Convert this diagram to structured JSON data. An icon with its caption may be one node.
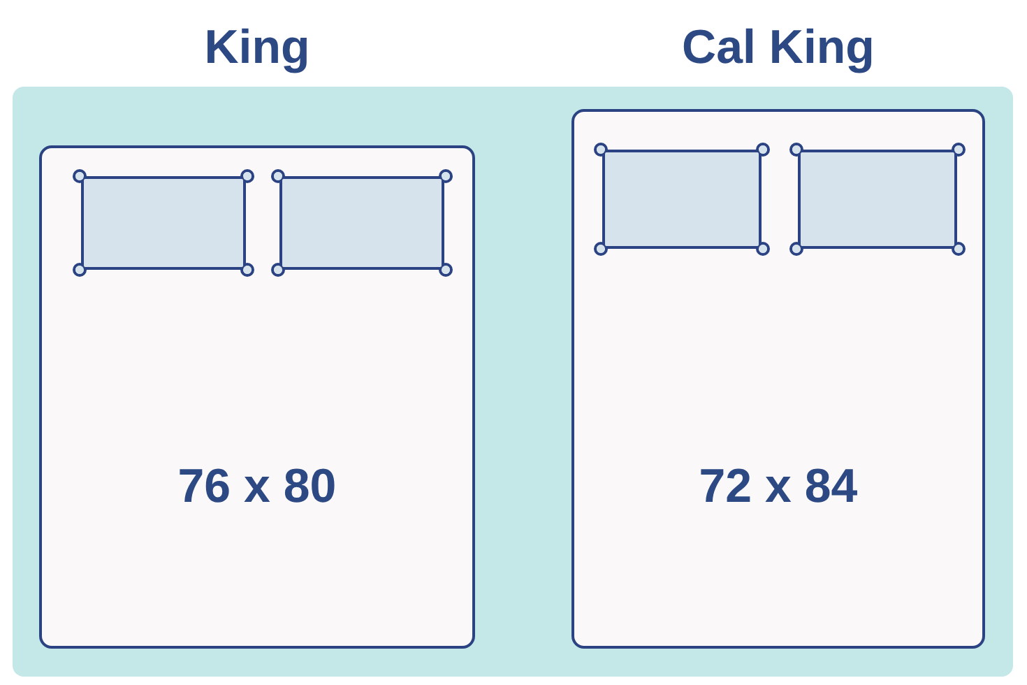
{
  "diagram": {
    "nodes": [
      {
        "text": [
          "King",
          "76 x 80"
        ]
      },
      {
        "text": [],
        "shape": "pillow",
        "in": 0
      },
      {
        "text": [],
        "shape": "pillow",
        "in": 0
      },
      {
        "text": [
          "Cal King",
          "72 x 84"
        ]
      },
      {
        "text": [],
        "shape": "pillow",
        "in": 3
      },
      {
        "text": [],
        "shape": "pillow",
        "in": 3
      }
    ]
  }
}
